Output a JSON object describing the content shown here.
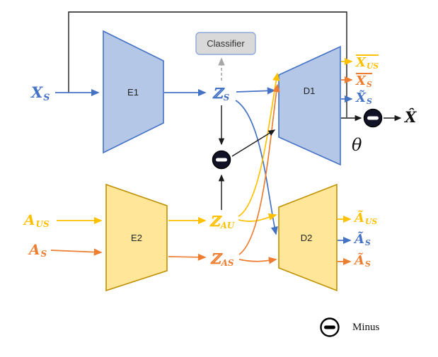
{
  "palette": {
    "blue": "#4472C4",
    "yellow": "#FFC000",
    "orange": "#ED7D31",
    "blue_fill": "#B4C7E7",
    "yellow_fill": "#FFE699",
    "classifier_fill": "#D9D9D9",
    "gray_dashed": "#A6A6A6"
  },
  "blocks": {
    "e1": "E1",
    "e2": "E2",
    "d1": "D1",
    "d2": "D2",
    "classifier": "Classifier"
  },
  "inputs": {
    "xs": {
      "main": "X",
      "sub": "S"
    },
    "aus": {
      "main": "A",
      "sub": "US"
    },
    "as": {
      "main": "A",
      "sub": "S"
    }
  },
  "latent": {
    "zs": {
      "main": "ℤ",
      "sub": "S"
    },
    "zau": {
      "main": "ℤ",
      "sub": "AU"
    },
    "zas": {
      "main": "ℤ",
      "sub": "AS"
    }
  },
  "outputs_d1": [
    {
      "main": "X",
      "sub": "US"
    },
    {
      "main": "X",
      "sub": "S"
    },
    {
      "main": "X̃",
      "sub": "S"
    }
  ],
  "outputs_d2": [
    {
      "main": "Ã",
      "sub": "US"
    },
    {
      "main": "Ã",
      "sub": "S"
    },
    {
      "main": "Ã",
      "sub": "S"
    }
  ],
  "x_hat": "X̂",
  "theta": "θ",
  "legend": {
    "label": "Minus"
  }
}
